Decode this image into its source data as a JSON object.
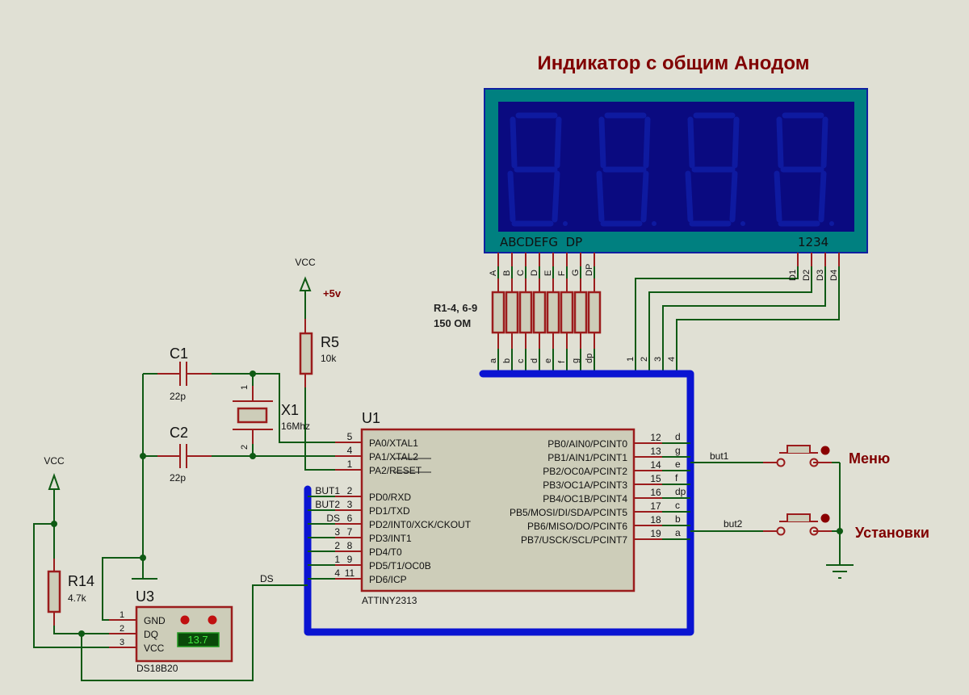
{
  "title": "Индикатор с общим Анодом",
  "indicator": {
    "segment_labels": "ABCDEFG  DP",
    "digit_labels": "1234",
    "top_pins": [
      "A",
      "B",
      "C",
      "D",
      "E",
      "F",
      "G",
      "DP"
    ],
    "bottom_pins": [
      "a",
      "b",
      "c",
      "d",
      "e",
      "f",
      "g",
      "dp"
    ],
    "digit_pins": [
      "D1",
      "D2",
      "D3",
      "D4"
    ],
    "digit_bus_labels": [
      "1",
      "2",
      "3",
      "4"
    ],
    "colors": {
      "frame": "#008080",
      "screen": "#0a0a80",
      "segments": "#0c1ca0"
    }
  },
  "resistor_array": {
    "label1": "R1-4, 6-9",
    "label2": "150 OM"
  },
  "vcc_top": {
    "label": "VCC",
    "voltage": "+5v"
  },
  "r5": {
    "name": "R5",
    "value": "10k"
  },
  "c1": {
    "name": "C1",
    "value": "22p"
  },
  "c2": {
    "name": "C2",
    "value": "22p"
  },
  "x1": {
    "name": "X1",
    "value": "16Mhz",
    "pin1": "1",
    "pin2": "2"
  },
  "u1": {
    "name": "U1",
    "part": "ATTINY2313",
    "left_pins": [
      {
        "num": "5",
        "name": "PA0/XTAL1",
        "net": ""
      },
      {
        "num": "4",
        "name": "PA1/XTAL2",
        "net": ""
      },
      {
        "num": "1",
        "name": "PA2/RESET",
        "net": ""
      },
      {
        "num": "2",
        "name": "PD0/RXD",
        "net": "BUT1"
      },
      {
        "num": "3",
        "name": "PD1/TXD",
        "net": "BUT2"
      },
      {
        "num": "6",
        "name": "PD2/INT0/XCK/CKOUT",
        "net": "DS"
      },
      {
        "num": "7",
        "name": "PD3/INT1",
        "net": "3"
      },
      {
        "num": "8",
        "name": "PD4/T0",
        "net": "2"
      },
      {
        "num": "9",
        "name": "PD5/T1/OC0B",
        "net": "1"
      },
      {
        "num": "11",
        "name": "PD6/ICP",
        "net": "4"
      }
    ],
    "right_pins": [
      {
        "num": "12",
        "name": "PB0/AIN0/PCINT0",
        "net": "d"
      },
      {
        "num": "13",
        "name": "PB1/AIN1/PCINT1",
        "net": "g"
      },
      {
        "num": "14",
        "name": "PB2/OC0A/PCINT2",
        "net": "e"
      },
      {
        "num": "15",
        "name": "PB3/OC1A/PCINT3",
        "net": "f"
      },
      {
        "num": "16",
        "name": "PB4/OC1B/PCINT4",
        "net": "dp"
      },
      {
        "num": "17",
        "name": "PB5/MOSI/DI/SDA/PCINT5",
        "net": "c"
      },
      {
        "num": "18",
        "name": "PB6/MISO/DO/PCINT6",
        "net": "b"
      },
      {
        "num": "19",
        "name": "PB7/USCK/SCL/PCINT7",
        "net": "a"
      }
    ]
  },
  "buttons": [
    {
      "net": "but1",
      "label": "Меню"
    },
    {
      "net": "but2",
      "label": "Установки"
    }
  ],
  "vcc_left": {
    "label": "VCC"
  },
  "r14": {
    "name": "R14",
    "value": "4.7k"
  },
  "u3": {
    "name": "U3",
    "part": "DS18B20",
    "pins": [
      {
        "num": "1",
        "name": "GND"
      },
      {
        "num": "2",
        "name": "DQ"
      },
      {
        "num": "3",
        "name": "VCC"
      }
    ],
    "reading": "13.7",
    "ds_net": "DS"
  }
}
